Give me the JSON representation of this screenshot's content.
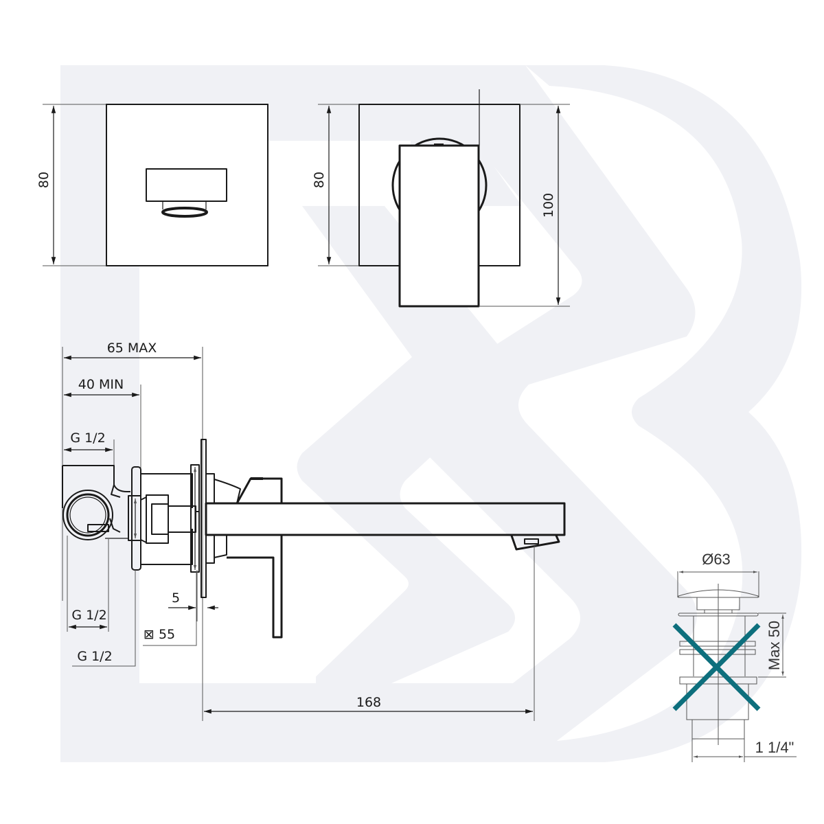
{
  "drawing": {
    "subject": "Wall-mounted basin mixer technical drawing",
    "watermark": {
      "shape": "B-logo",
      "color": "#f0f1f5"
    },
    "views": {
      "front_view": {
        "dimension_height": "80"
      },
      "handle_view": {
        "dimension_height_plate": "80",
        "dimension_height_total": "100"
      },
      "side_view": {
        "dim_65_max": "65 MAX",
        "dim_40_min": "40 MIN",
        "dim_g12_top": "G 1/2",
        "dim_g12_bottom_left": "G 1/2",
        "dim_g12_bottom": "G 1/2",
        "dim_5": "5",
        "dim_square_55": "⊠ 55",
        "dim_168": "168"
      },
      "drain_view": {
        "dim_diameter": "Ø63",
        "dim_max50": "Max 50",
        "dim_thread": "1 1/4\"",
        "crossed_out": true,
        "cross_color": "#0d6f7d"
      }
    },
    "colors": {
      "line": "#1a1a1a",
      "background": "#ffffff",
      "watermark": "#f0f1f5",
      "cross": "#0d6f7d"
    }
  }
}
